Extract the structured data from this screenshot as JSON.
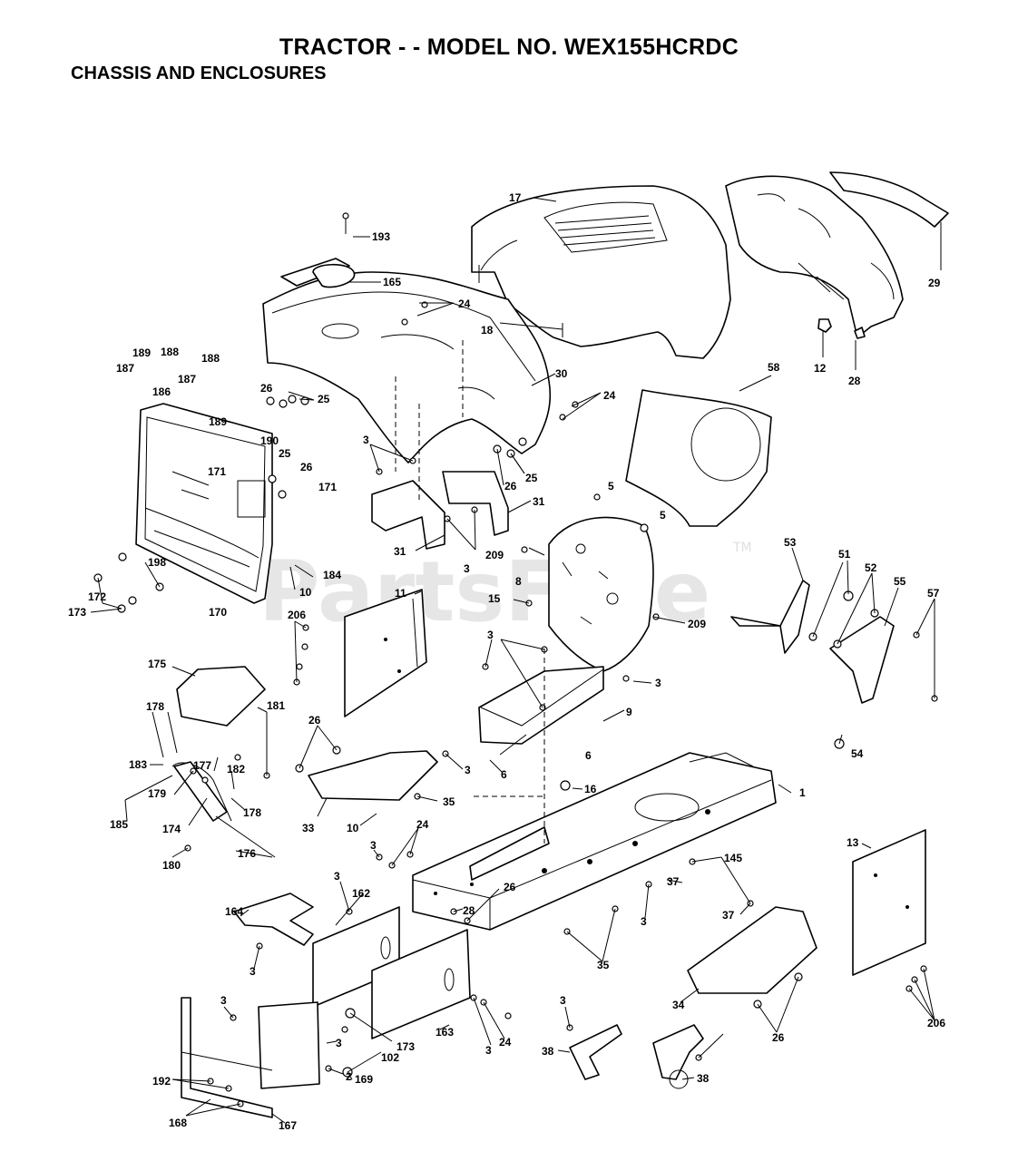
{
  "header": {
    "title": "TRACTOR - - MODEL NO. WEX155HCRDC",
    "subtitle": "CHASSIS AND ENCLOSURES"
  },
  "watermark": {
    "text": "PartsFree",
    "tm": "TM"
  },
  "callouts": {
    "p17": "17",
    "p193": "193",
    "p165": "165",
    "p24a": "24",
    "p18": "18",
    "p29": "29",
    "p12": "12",
    "p28": "28",
    "p189a": "189",
    "p188a": "188",
    "p187a": "187",
    "p187b": "187",
    "p188b": "188",
    "p186": "186",
    "p189b": "189",
    "p26a": "26",
    "p25a": "25",
    "p30": "30",
    "p24b": "24",
    "p58": "58",
    "p190": "190",
    "p25b": "25",
    "p26b": "26",
    "p171a": "171",
    "p171b": "171",
    "p3a": "3",
    "p26c": "26",
    "p25c": "25",
    "p31a": "31",
    "p31b": "31",
    "p5a": "5",
    "p5b": "5",
    "p3b": "3",
    "p209a": "209",
    "p198": "198",
    "p184": "184",
    "p172": "172",
    "p173a": "173",
    "p170": "170",
    "p10a": "10",
    "p11": "11",
    "p8": "8",
    "p15": "15",
    "p209b": "209",
    "p53": "53",
    "p51": "51",
    "p52": "52",
    "p55": "55",
    "p57": "57",
    "p206a": "206",
    "p175": "175",
    "p3c": "3",
    "p3d": "3",
    "p9": "9",
    "p178a": "178",
    "p181": "181",
    "p26d": "26",
    "p183": "183",
    "p177": "177",
    "p182": "182",
    "p179": "179",
    "p178b": "178",
    "p3e": "3",
    "p6a": "6",
    "p6b": "6",
    "p16": "16",
    "p54": "54",
    "p1": "1",
    "p185": "185",
    "p174": "174",
    "p35a": "35",
    "p33": "33",
    "p10b": "10",
    "p24c": "24",
    "p180": "180",
    "p176": "176",
    "p3f": "3",
    "p13": "13",
    "p145": "145",
    "p3g": "3",
    "p162": "162",
    "p26e": "26",
    "p28b": "28",
    "p37a": "37",
    "p37b": "37",
    "p164": "164",
    "p3h": "3",
    "p35b": "35",
    "p3i": "3",
    "p34": "34",
    "p206b": "206",
    "p3j": "3",
    "p3k": "3",
    "p173b": "173",
    "p102": "102",
    "p163": "163",
    "p3l": "3",
    "p24d": "24",
    "p26f": "26",
    "p3m": "3",
    "p38a": "38",
    "p38b": "38",
    "p192": "192",
    "p2": "2",
    "p169": "169",
    "p168": "168",
    "p167": "167"
  }
}
